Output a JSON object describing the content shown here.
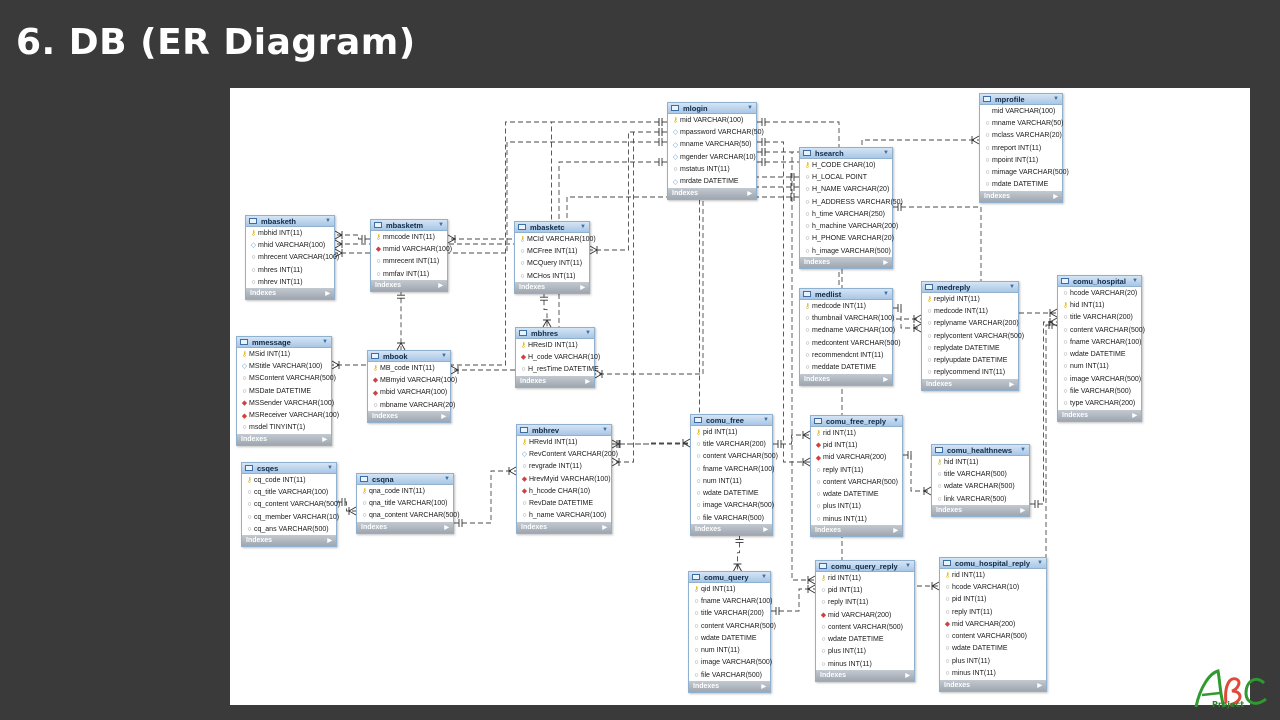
{
  "slide": {
    "title": "6. DB (ER Diagram)"
  },
  "footer_label": "Indexes",
  "tables": [
    {
      "id": "mbasketh",
      "name": "mbasketh",
      "cols": [
        {
          "k": "key",
          "t": "mbhid INT(11)"
        },
        {
          "k": "dia",
          "t": "mhid VARCHAR(100)"
        },
        {
          "k": "circ",
          "t": "mhrecent VARCHAR(100)"
        },
        {
          "k": "circ",
          "t": "mhres INT(11)"
        },
        {
          "k": "circ",
          "t": "mhrev INT(11)"
        }
      ]
    },
    {
      "id": "mbasketm",
      "name": "mbasketm",
      "cols": [
        {
          "k": "key",
          "t": "mmcode INT(11)"
        },
        {
          "k": "fk",
          "t": "mmid VARCHAR(100)"
        },
        {
          "k": "circ",
          "t": "mmrecent INT(11)"
        },
        {
          "k": "circ",
          "t": "mmfav INT(11)"
        }
      ]
    },
    {
      "id": "mbasketc",
      "name": "mbasketc",
      "cols": [
        {
          "k": "key",
          "t": "MCId VARCHAR(100)"
        },
        {
          "k": "circ",
          "t": "MCFree INT(11)"
        },
        {
          "k": "circ",
          "t": "MCQuery INT(11)"
        },
        {
          "k": "circ",
          "t": "MCHos INT(11)"
        }
      ]
    },
    {
      "id": "mlogin",
      "name": "mlogin",
      "cols": [
        {
          "k": "key",
          "t": "mid VARCHAR(100)"
        },
        {
          "k": "dia",
          "t": "mpassword VARCHAR(50)"
        },
        {
          "k": "dia",
          "t": "mname VARCHAR(50)"
        },
        {
          "k": "dia",
          "t": "mgender VARCHAR(10)"
        },
        {
          "k": "circ",
          "t": "mstatus INT(11)"
        },
        {
          "k": "dia",
          "t": "mrdate DATETIME"
        }
      ]
    },
    {
      "id": "mprofile",
      "name": "mprofile",
      "cols": [
        {
          "k": "none",
          "t": "mid VARCHAR(100)"
        },
        {
          "k": "circ",
          "t": "mname VARCHAR(50)"
        },
        {
          "k": "circ",
          "t": "mclass VARCHAR(20)"
        },
        {
          "k": "circ",
          "t": "mreport INT(11)"
        },
        {
          "k": "circ",
          "t": "mpoint INT(11)"
        },
        {
          "k": "circ",
          "t": "mimage VARCHAR(500)"
        },
        {
          "k": "circ",
          "t": "mdate DATETIME"
        }
      ]
    },
    {
      "id": "hsearch",
      "name": "hsearch",
      "cols": [
        {
          "k": "key",
          "t": "H_CODE CHAR(10)"
        },
        {
          "k": "circ",
          "t": "H_LOCAL POINT"
        },
        {
          "k": "circ",
          "t": "H_NAME VARCHAR(20)"
        },
        {
          "k": "circ",
          "t": "H_ADDRESS VARCHAR(50)"
        },
        {
          "k": "circ",
          "t": "h_time VARCHAR(250)"
        },
        {
          "k": "circ",
          "t": "h_machine VARCHAR(200)"
        },
        {
          "k": "circ",
          "t": "H_PHONE VARCHAR(20)"
        },
        {
          "k": "circ",
          "t": "h_image VARCHAR(500)"
        }
      ]
    },
    {
      "id": "mmessage",
      "name": "mmessage",
      "cols": [
        {
          "k": "key",
          "t": "MSid INT(11)"
        },
        {
          "k": "dia",
          "t": "MStitle VARCHAR(100)"
        },
        {
          "k": "circ",
          "t": "MSContent VARCHAR(500)"
        },
        {
          "k": "circ",
          "t": "MSDate DATETIME"
        },
        {
          "k": "fk",
          "t": "MSSender VARCHAR(100)"
        },
        {
          "k": "fk",
          "t": "MSReceiver VARCHAR(100)"
        },
        {
          "k": "circ",
          "t": "msdel TINYINT(1)"
        }
      ]
    },
    {
      "id": "mbook",
      "name": "mbook",
      "cols": [
        {
          "k": "key",
          "t": "MB_code INT(11)"
        },
        {
          "k": "fk",
          "t": "MBmyid VARCHAR(100)"
        },
        {
          "k": "fk",
          "t": "mbid VARCHAR(100)"
        },
        {
          "k": "circ",
          "t": "mbname VARCHAR(20)"
        }
      ]
    },
    {
      "id": "mbhres",
      "name": "mbhres",
      "cols": [
        {
          "k": "key",
          "t": "HResID INT(11)"
        },
        {
          "k": "fk",
          "t": "H_code VARCHAR(10)"
        },
        {
          "k": "circ",
          "t": "H_resTime DATETIME"
        }
      ]
    },
    {
      "id": "medlist",
      "name": "medlist",
      "cols": [
        {
          "k": "key",
          "t": "medcode INT(11)"
        },
        {
          "k": "circ",
          "t": "thumbnail VARCHAR(100)"
        },
        {
          "k": "circ",
          "t": "medname VARCHAR(100)"
        },
        {
          "k": "circ",
          "t": "medcontent VARCHAR(500)"
        },
        {
          "k": "circ",
          "t": "recommendcnt INT(11)"
        },
        {
          "k": "circ",
          "t": "meddate DATETIME"
        }
      ]
    },
    {
      "id": "medreply",
      "name": "medreply",
      "cols": [
        {
          "k": "key",
          "t": "replyid INT(11)"
        },
        {
          "k": "circ",
          "t": "medcode INT(11)"
        },
        {
          "k": "circ",
          "t": "replyname VARCHAR(200)"
        },
        {
          "k": "circ",
          "t": "replycontent VARCHAR(500)"
        },
        {
          "k": "circ",
          "t": "replydate DATETIME"
        },
        {
          "k": "circ",
          "t": "replyupdate DATETIME"
        },
        {
          "k": "circ",
          "t": "replycommend INT(11)"
        }
      ]
    },
    {
      "id": "comu_hospital",
      "name": "comu_hospital",
      "cols": [
        {
          "k": "circ",
          "t": "hcode VARCHAR(20)"
        },
        {
          "k": "key",
          "t": "hid INT(11)"
        },
        {
          "k": "circ",
          "t": "title VARCHAR(200)"
        },
        {
          "k": "circ",
          "t": "content VARCHAR(500)"
        },
        {
          "k": "circ",
          "t": "fname VARCHAR(100)"
        },
        {
          "k": "circ",
          "t": "wdate DATETIME"
        },
        {
          "k": "circ",
          "t": "num INT(11)"
        },
        {
          "k": "circ",
          "t": "image VARCHAR(500)"
        },
        {
          "k": "circ",
          "t": "file VARCHAR(500)"
        },
        {
          "k": "circ",
          "t": "type VARCHAR(200)"
        }
      ]
    },
    {
      "id": "csqes",
      "name": "csqes",
      "cols": [
        {
          "k": "key",
          "t": "cq_code INT(11)"
        },
        {
          "k": "circ",
          "t": "cq_title VARCHAR(100)"
        },
        {
          "k": "circ",
          "t": "cq_content VARCHAR(500)"
        },
        {
          "k": "circ",
          "t": "cq_member VARCHAR(10)"
        },
        {
          "k": "circ",
          "t": "cq_ans VARCHAR(500)"
        }
      ]
    },
    {
      "id": "csqna",
      "name": "csqna",
      "cols": [
        {
          "k": "key",
          "t": "qna_code INT(11)"
        },
        {
          "k": "circ",
          "t": "qna_title VARCHAR(100)"
        },
        {
          "k": "circ",
          "t": "qna_content VARCHAR(500)"
        }
      ]
    },
    {
      "id": "mbhrev",
      "name": "mbhrev",
      "cols": [
        {
          "k": "key",
          "t": "HRevId INT(11)"
        },
        {
          "k": "dia",
          "t": "RevContent VARCHAR(200)"
        },
        {
          "k": "circ",
          "t": "revgrade INT(11)"
        },
        {
          "k": "fk",
          "t": "HrevMyid VARCHAR(100)"
        },
        {
          "k": "fk",
          "t": "h_hcode CHAR(10)"
        },
        {
          "k": "circ",
          "t": "RevDate DATETIME"
        },
        {
          "k": "circ",
          "t": "h_name VARCHAR(100)"
        }
      ]
    },
    {
      "id": "comu_free",
      "name": "comu_free",
      "cols": [
        {
          "k": "key",
          "t": "pid INT(11)"
        },
        {
          "k": "circ",
          "t": "title VARCHAR(200)"
        },
        {
          "k": "circ",
          "t": "content VARCHAR(500)"
        },
        {
          "k": "circ",
          "t": "fname VARCHAR(100)"
        },
        {
          "k": "circ",
          "t": "num INT(11)"
        },
        {
          "k": "circ",
          "t": "wdate DATETIME"
        },
        {
          "k": "circ",
          "t": "image VARCHAR(500)"
        },
        {
          "k": "circ",
          "t": "file VARCHAR(500)"
        }
      ]
    },
    {
      "id": "comu_free_reply",
      "name": "comu_free_reply",
      "cols": [
        {
          "k": "key",
          "t": "rid INT(11)"
        },
        {
          "k": "fk",
          "t": "pid INT(11)"
        },
        {
          "k": "fk",
          "t": "mid VARCHAR(200)"
        },
        {
          "k": "circ",
          "t": "reply INT(11)"
        },
        {
          "k": "circ",
          "t": "content VARCHAR(500)"
        },
        {
          "k": "circ",
          "t": "wdate DATETIME"
        },
        {
          "k": "circ",
          "t": "plus INT(11)"
        },
        {
          "k": "circ",
          "t": "minus INT(11)"
        }
      ]
    },
    {
      "id": "comu_healthnews",
      "name": "comu_healthnews",
      "cols": [
        {
          "k": "key",
          "t": "hid INT(11)"
        },
        {
          "k": "circ",
          "t": "title VARCHAR(500)"
        },
        {
          "k": "circ",
          "t": "wdate VARCHAR(500)"
        },
        {
          "k": "circ",
          "t": "link VARCHAR(500)"
        }
      ]
    },
    {
      "id": "comu_query",
      "name": "comu_query",
      "cols": [
        {
          "k": "key",
          "t": "qid INT(11)"
        },
        {
          "k": "circ",
          "t": "fname VARCHAR(100)"
        },
        {
          "k": "circ",
          "t": "title VARCHAR(200)"
        },
        {
          "k": "circ",
          "t": "content VARCHAR(500)"
        },
        {
          "k": "circ",
          "t": "wdate DATETIME"
        },
        {
          "k": "circ",
          "t": "num INT(11)"
        },
        {
          "k": "circ",
          "t": "image VARCHAR(500)"
        },
        {
          "k": "circ",
          "t": "file VARCHAR(500)"
        }
      ]
    },
    {
      "id": "comu_query_reply",
      "name": "comu_query_reply",
      "cols": [
        {
          "k": "key",
          "t": "rid INT(11)"
        },
        {
          "k": "circ",
          "t": "pid INT(11)"
        },
        {
          "k": "circ",
          "t": "reply INT(11)"
        },
        {
          "k": "fk",
          "t": "mid VARCHAR(200)"
        },
        {
          "k": "circ",
          "t": "content VARCHAR(500)"
        },
        {
          "k": "circ",
          "t": "wdate DATETIME"
        },
        {
          "k": "circ",
          "t": "plus INT(11)"
        },
        {
          "k": "circ",
          "t": "minus INT(11)"
        }
      ]
    },
    {
      "id": "comu_hospital_reply",
      "name": "comu_hospital_reply",
      "cols": [
        {
          "k": "key",
          "t": "rid INT(11)"
        },
        {
          "k": "circ",
          "t": "hcode VARCHAR(10)"
        },
        {
          "k": "circ",
          "t": "pid INT(11)"
        },
        {
          "k": "circ",
          "t": "reply INT(11)"
        },
        {
          "k": "fk",
          "t": "mid VARCHAR(200)"
        },
        {
          "k": "circ",
          "t": "content VARCHAR(500)"
        },
        {
          "k": "circ",
          "t": "wdate DATETIME"
        },
        {
          "k": "circ",
          "t": "plus INT(11)"
        },
        {
          "k": "circ",
          "t": "minus INT(11)"
        }
      ]
    }
  ],
  "relations": [
    [
      "mlogin",
      "mbasketm"
    ],
    [
      "mlogin",
      "mbasketc"
    ],
    [
      "mlogin",
      "mbasketh"
    ],
    [
      "mlogin",
      "mprofile"
    ],
    [
      "mlogin",
      "mbook"
    ],
    [
      "mlogin",
      "mmessage"
    ],
    [
      "mlogin",
      "mbhrev"
    ],
    [
      "mlogin",
      "comu_free_reply"
    ],
    [
      "mlogin",
      "comu_query_reply"
    ],
    [
      "mlogin",
      "comu_hospital_reply"
    ],
    [
      "mlogin",
      "medreply"
    ],
    [
      "hsearch",
      "mbhres"
    ],
    [
      "hsearch",
      "mbhrev"
    ],
    [
      "hsearch",
      "mbasketh"
    ],
    [
      "hsearch",
      "comu_hospital"
    ],
    [
      "medlist",
      "medreply"
    ],
    [
      "comu_free",
      "comu_free_reply"
    ],
    [
      "comu_query",
      "comu_query_reply"
    ],
    [
      "comu_hospital",
      "comu_hospital_reply"
    ],
    [
      "comu_healthnews",
      "comu_hospital"
    ],
    [
      "mbasketm",
      "mbasketh"
    ],
    [
      "mbook",
      "mbasketm"
    ],
    [
      "csqes",
      "csqna"
    ],
    [
      "csqna",
      "mbhrev"
    ],
    [
      "mbhres",
      "mbasketc"
    ],
    [
      "mbhrev",
      "comu_free"
    ],
    [
      "comu_free",
      "comu_query"
    ],
    [
      "comu_free_reply",
      "comu_healthnews"
    ]
  ],
  "logo": {
    "text": "Project"
  }
}
